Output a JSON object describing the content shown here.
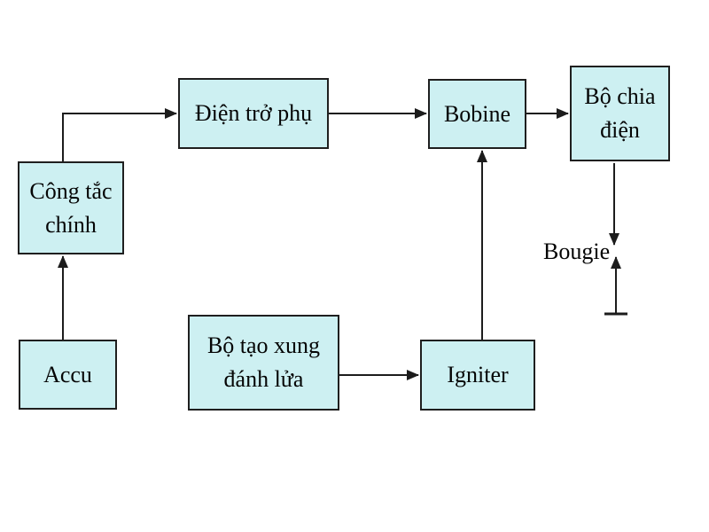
{
  "diagram": {
    "description": "Ignition system block diagram (Vietnamese)",
    "colors": {
      "background": "#ffffff",
      "node_fill": "#cdf0f2",
      "node_border": "#1f1f1f",
      "arrow": "#1c1c1c",
      "text": "#050505"
    },
    "nodes": [
      {
        "id": "dien-tro-phu",
        "label": "Điện trở phụ"
      },
      {
        "id": "cong-tac-chinh",
        "label": "Công tắc\nchính"
      },
      {
        "id": "accu",
        "label": "Accu"
      },
      {
        "id": "bobine",
        "label": "Bobine"
      },
      {
        "id": "bo-chia-dien",
        "label": "Bộ chia\nđiện"
      },
      {
        "id": "bo-tao-xung",
        "label": "Bộ tạo xung\nđánh lửa"
      },
      {
        "id": "igniter",
        "label": "Igniter"
      }
    ],
    "labels": {
      "bougie": "Bougie"
    },
    "edges": [
      {
        "from": "accu",
        "to": "cong-tac-chinh",
        "style": "arrow-up"
      },
      {
        "from": "cong-tac-chinh",
        "to": "dien-tro-phu",
        "style": "elbow-up-right"
      },
      {
        "from": "dien-tro-phu",
        "to": "bobine",
        "style": "arrow-right"
      },
      {
        "from": "bobine",
        "to": "bo-chia-dien",
        "style": "arrow-right"
      },
      {
        "from": "bo-tao-xung",
        "to": "igniter",
        "style": "arrow-right"
      },
      {
        "from": "igniter",
        "to": "bobine",
        "style": "arrow-up"
      },
      {
        "from": "bo-chia-dien",
        "to": "bougie",
        "style": "arrow-down"
      },
      {
        "from": "spark-gap",
        "to": "bougie",
        "style": "arrow-up-from-ground-bar"
      }
    ]
  }
}
